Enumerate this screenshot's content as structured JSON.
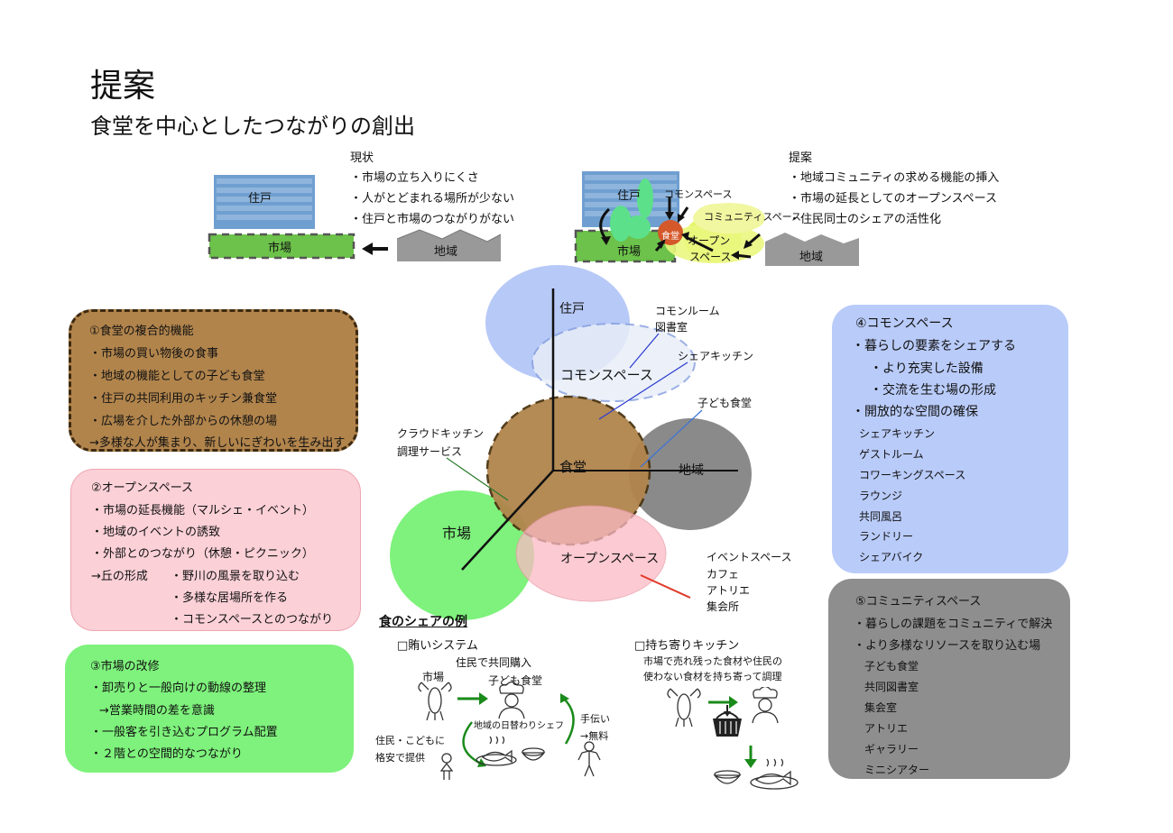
{
  "page": {
    "title": "提案",
    "subtitle": "食堂を中心としたつながりの創出"
  },
  "current": {
    "heading": "現状",
    "items": [
      "・市場の立ち入りにくさ",
      "・人がとどまれる場所が少ない",
      "・住戸と市場のつながりがない"
    ],
    "labels": {
      "housing": "住戸",
      "market": "市場",
      "region": "地域"
    }
  },
  "proposal": {
    "heading": "提案",
    "items": [
      "・地域コミュニティの求める機能の挿入",
      "・市場の延長としてのオープンスペース",
      "・住民同士のシェアの活性化"
    ],
    "labels": {
      "housing": "住戸",
      "commons": "コモンスペース",
      "community": "コミュニティスペース",
      "cafeteria": "食堂",
      "open1": "オープン",
      "open2": "スペース",
      "market": "市場",
      "region": "地域"
    }
  },
  "venn": {
    "housing": "住戸",
    "commons": "コモンスペース",
    "cafeteria": "食堂",
    "region": "地域",
    "market": "市場",
    "open": "オープンスペース",
    "ann_commonroom": [
      "コモンルーム",
      "図書室"
    ],
    "ann_sharekitchen": "シェアキッチン",
    "ann_kids": "子ども食堂",
    "ann_cloud": [
      "クラウドキッチン",
      "調理サービス"
    ],
    "ann_event": [
      "イベントスペース",
      "カフェ",
      "アトリエ",
      "集会所"
    ]
  },
  "panel1": {
    "title": "①食堂の複合的機能",
    "items": [
      "・市場の買い物後の食事",
      "・地域の機能としての子ども食堂",
      "・住戸の共同利用のキッチン兼食堂",
      "・広場を介した外部からの休憩の場",
      "→多様な人が集まり、新しいにぎわいを生み出す"
    ]
  },
  "panel2": {
    "title": "②オープンスペース",
    "items": [
      "・市場の延長機能（マルシェ・イベント）",
      "・地域のイベントの誘致",
      "・外部とのつながり（休憩・ピクニック）"
    ],
    "arrow": "→丘の形成",
    "subitems": [
      "・野川の風景を取り込む",
      "・多様な居場所を作る",
      "・コモンスペースとのつながり"
    ]
  },
  "panel3": {
    "title": "③市場の改修",
    "items": [
      "・卸売りと一般向けの動線の整理",
      "→営業時間の差を意識",
      "・一般客を引き込むプログラム配置",
      "・２階との空間的なつながり"
    ]
  },
  "panel4": {
    "title": "④コモンスペース",
    "items": [
      "・暮らしの要素をシェアする",
      "・より充実した設備",
      "・交流を生む場の形成",
      "・開放的な空間の確保"
    ],
    "list": [
      "シェアキッチン",
      "ゲストルーム",
      "コワーキングスペース",
      "ラウンジ",
      "共同風呂",
      "ランドリー",
      "シェアバイク"
    ]
  },
  "panel5": {
    "title": "⑤コミュニティスペース",
    "items": [
      "・暮らしの課題をコミュニティで解決",
      "・より多様なリソースを取り込む場"
    ],
    "list": [
      "子ども食堂",
      "共同図書室",
      "集会室",
      "アトリエ",
      "ギャラリー",
      "ミニシアター"
    ]
  },
  "share": {
    "heading": "食のシェアの例",
    "system1": {
      "title": "□賄いシステム",
      "market": "市場",
      "buy": "住民で共同購入",
      "kids": "子ども食堂",
      "chef": "地域の日替わりシェフ",
      "help1": "手伝い",
      "help2": "→無料",
      "residents1": "住民・こどもに",
      "residents2": "格安で提供"
    },
    "system2": {
      "title": "□持ち寄りキッチン",
      "desc1": "市場で売れ残った食材や住民の",
      "desc2": "使わない食材を持ち寄って調理"
    }
  },
  "colors": {
    "brown": "#b1844c",
    "pink": "#fbd0d7",
    "green": "#7ef27c",
    "blue": "#b9cbf9",
    "gray": "#8e8e8e",
    "arrowGreen": "#1a8a1a"
  }
}
